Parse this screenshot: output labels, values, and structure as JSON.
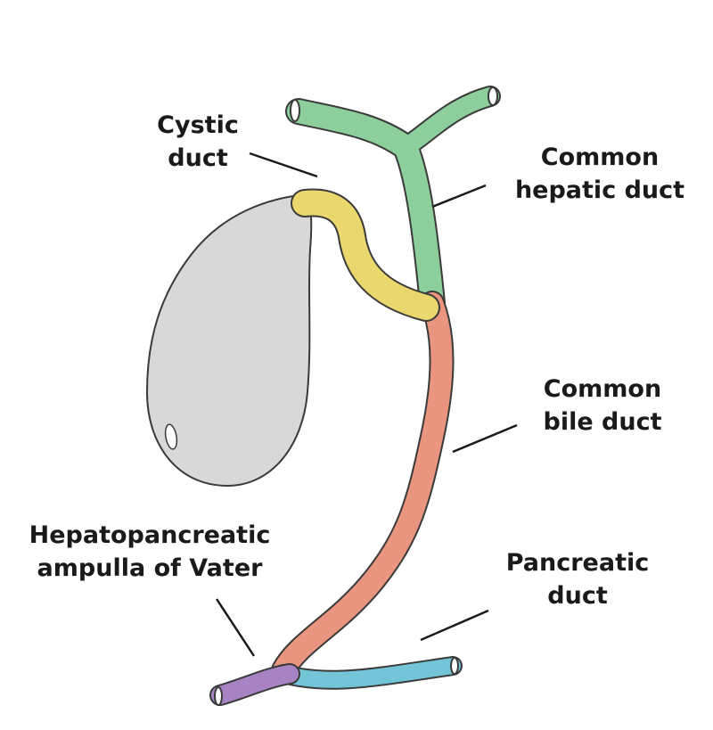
{
  "labels": {
    "cystic_duct": [
      "Cystic",
      "duct"
    ],
    "common_hepatic_duct": [
      "Common",
      "hepatic duct"
    ],
    "common_bile_duct": [
      "Common",
      "bile duct"
    ],
    "ampulla": [
      "Hepatopancreatic",
      "ampulla of Vater"
    ],
    "pancreatic_duct": [
      "Pancreatic",
      "duct"
    ]
  },
  "colors": {
    "gallbladder": "#d8d8d8",
    "cystic_duct": "#ead86e",
    "common_hepatic_duct": "#8ccf9c",
    "common_bile_duct": "#e99580",
    "pancreatic_duct": "#72c4d6",
    "ampulla": "#a883c4",
    "outline": "#3a3a3a"
  }
}
